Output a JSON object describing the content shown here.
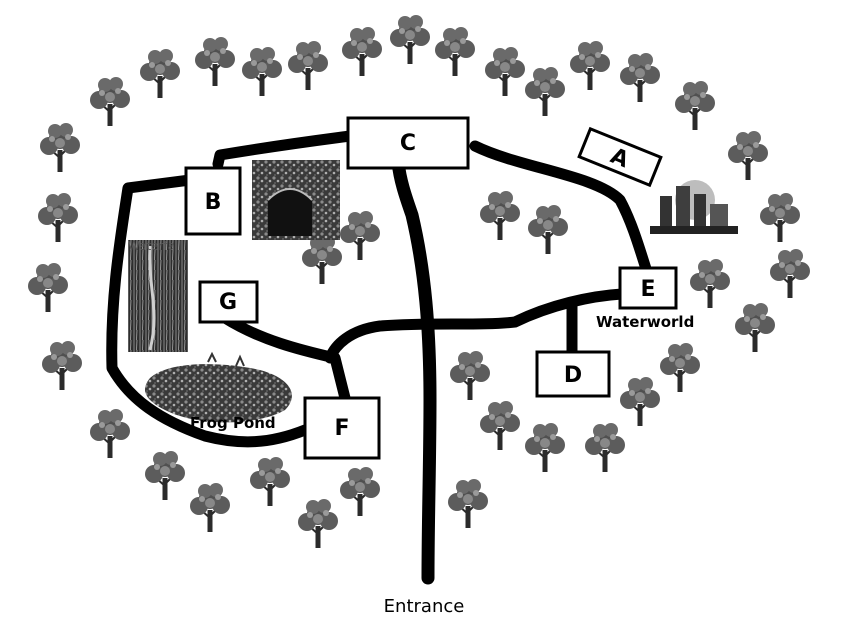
{
  "map": {
    "entrance_label": "Entrance",
    "locations": {
      "a": "A",
      "b": "B",
      "c": "C",
      "d": "D",
      "e": "E",
      "f": "F",
      "g": "G"
    },
    "landmarks": {
      "waterfall": "Waterfall",
      "frog_pond": "Frog Pond",
      "waterworld": "Waterworld"
    },
    "icons": [
      "tree-icon",
      "waterfall-icon",
      "frog-pond-icon",
      "cave-icon",
      "castle-icon"
    ],
    "colors": {
      "path": "#000000",
      "tree": "#3a3a3a",
      "box_fill": "#ffffff",
      "box_border": "#000000"
    }
  }
}
